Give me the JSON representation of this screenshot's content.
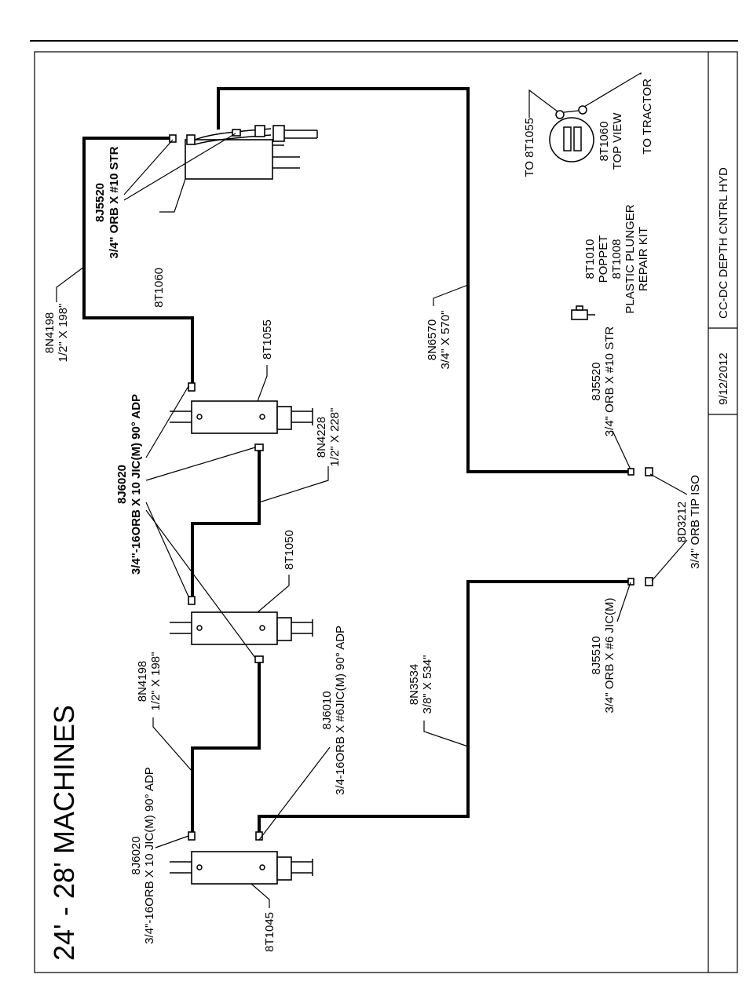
{
  "title": "24' - 28' MACHINES",
  "title_block": {
    "date": "9/12/2012",
    "name": "CC-DC DEPTH CNTRL HYD"
  },
  "cylinders": {
    "c1045": "8T1045",
    "c1050": "8T1050",
    "c1055": "8T1055",
    "c1060": "8T1060"
  },
  "hoses": {
    "h4198_upper": {
      "part": "8N4198",
      "spec": "1/2\" X 198\""
    },
    "h4198_lower": {
      "part": "8N4198",
      "spec": "1/2\" X 198\""
    },
    "h4228": {
      "part": "8N4228",
      "spec": "1/2\" X 228\""
    },
    "h6570": {
      "part": "8N6570",
      "spec": "3/4\" X 570\""
    },
    "h3534": {
      "part": "8N3534",
      "spec": "3/8\" X 534\""
    }
  },
  "fittings": {
    "f6020_main": {
      "part": "8J6020",
      "spec": "3/4\"-16ORB X 10 JIC(M) 90° ADP"
    },
    "f6020_lower": {
      "part": "8J6020",
      "spec": "3/4\"-16ORB X 10 JIC(M) 90° ADP"
    },
    "f6010": {
      "part": "8J6010",
      "spec": "3/4-16ORB X #6JIC(M) 90° ADP"
    },
    "f5520_top": {
      "part": "8J5520",
      "spec": "3/4\" ORB X #10 STR"
    },
    "f5520_right": {
      "part": "8J5520",
      "spec": "3/4\" ORB X #10 STR"
    },
    "f5510": {
      "part": "8J5510",
      "spec": "3/4\" ORB X #6 JIC(M)"
    },
    "f3212": {
      "part": "8D3212",
      "spec": "3/4\" ORB TIP ISO"
    }
  },
  "repair_kit": [
    "8T1010",
    "POPPET",
    "8T1008",
    "PLASTIC PLUNGER",
    "REPAIR KIT"
  ],
  "top_view": {
    "to_left": "TO 8T1055",
    "part": "8T1060",
    "caption": "TOP VIEW",
    "to_right": "TO TRACTOR"
  }
}
